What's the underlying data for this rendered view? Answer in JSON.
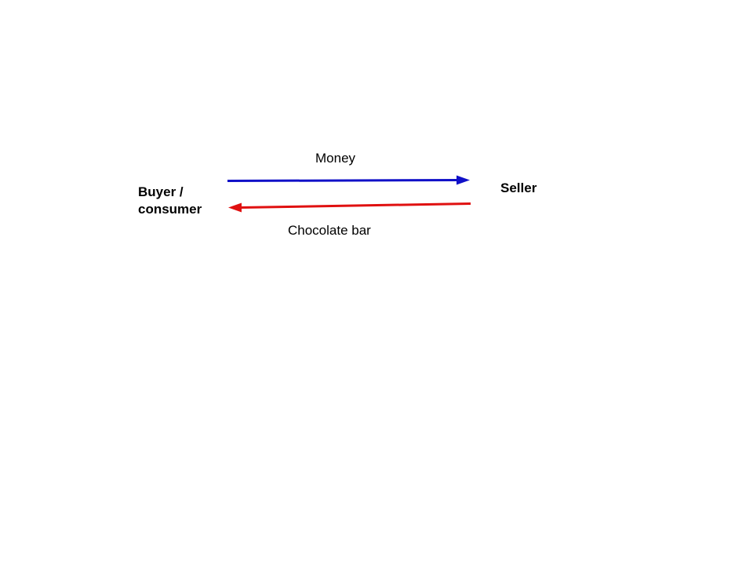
{
  "diagram": {
    "buyer": {
      "line1": "Buyer /",
      "line2": "consumer"
    },
    "seller": "Seller",
    "flows": [
      {
        "label": "Money",
        "from": "buyer",
        "to": "seller",
        "color": "#1010c8"
      },
      {
        "label": "Chocolate bar",
        "from": "seller",
        "to": "buyer",
        "color": "#e01010"
      }
    ]
  }
}
